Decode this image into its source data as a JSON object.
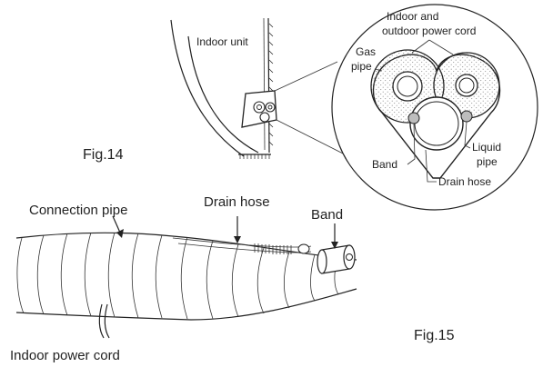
{
  "fig14": {
    "caption": "Fig.14",
    "indoor_unit_label": "Indoor unit",
    "power_cord_label_line1": "Indoor and",
    "power_cord_label_line2": "outdoor power cord",
    "gas_pipe_label_line1": "Gas",
    "gas_pipe_label_line2": "pipe",
    "liquid_pipe_label_line1": "Liquid",
    "liquid_pipe_label_line2": "pipe",
    "band_label": "Band",
    "drain_hose_label": "Drain hose"
  },
  "fig15": {
    "caption": "Fig.15",
    "connection_pipe_label": "Connection pipe",
    "drain_hose_label": "Drain hose",
    "band_label": "Band",
    "indoor_power_cord_label": "Indoor power cord"
  },
  "colors": {
    "line": "#222222",
    "stipple": "#9a9a9a",
    "band_fill": "#bdbdbd",
    "background": "#ffffff"
  }
}
